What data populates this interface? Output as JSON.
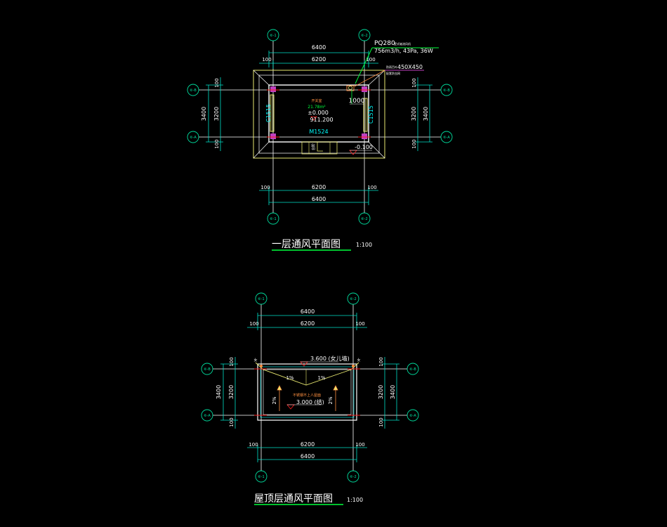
{
  "colors": {
    "background": "#000000",
    "dim": "#00e0c8",
    "axis": "#ffffff",
    "wall": "#e8e870",
    "wall2": "#ffffff",
    "green": "#00ff3c",
    "cyan": "#00ffff",
    "magenta": "#c040c0",
    "red": "#ff2020",
    "orange": "#ff9040",
    "bubble": "#00e0a0"
  },
  "plan1": {
    "title": "一层通风平面图",
    "scale": "1:100",
    "dims": {
      "top_overall": "6400",
      "top_inner": "6200",
      "top_left_margin": "100",
      "top_right_margin": "100",
      "bottom_inner": "6200",
      "bottom_overall": "6400",
      "bottom_left_margin": "100",
      "bottom_right_margin": "100",
      "left_overall": "3400",
      "left_inner": "3200",
      "left_top": "100",
      "left_bottom": "100",
      "right_overall": "3400",
      "right_inner": "3200",
      "right_top": "100",
      "right_bottom": "100"
    },
    "axes": {
      "top_left": "⑥-1",
      "top_right": "⑥-2",
      "bottom_left": "⑥-1",
      "bottom_right": "⑥-2",
      "left_top": "⑥-B",
      "left_bottom": "⑥-A",
      "right_top": "⑥-B",
      "right_bottom": "⑥-A"
    },
    "labels": {
      "fan_model": "PQ280",
      "fan_model_small": "壁式轴流风机",
      "fan_spec": "756m3/h, 43Pa, 36W",
      "louver_size": "450X450",
      "louver_small": "防雨百叶",
      "louver_note": "配套防虫网",
      "dim_1000": "1000",
      "window_left": "C1515",
      "window_right": "C1515",
      "room_name": "开关室",
      "room_area": "21.78m²",
      "elev_pm": "±0.000",
      "elev_abs": "911.200",
      "door": "M1524",
      "elev_outside": "-0.100",
      "step": "台阶"
    }
  },
  "plan2": {
    "title": "屋顶层通风平面图",
    "scale": "1:100",
    "dims": {
      "top_overall": "6400",
      "top_inner": "6200",
      "top_left_margin": "100",
      "top_right_margin": "100",
      "bottom_inner": "6200",
      "bottom_overall": "6400",
      "bottom_left_margin": "100",
      "bottom_right_margin": "100",
      "left_overall": "3400",
      "left_inner": "3200",
      "left_top": "100",
      "left_bottom": "100",
      "right_overall": "3400",
      "right_inner": "3200",
      "right_top": "100",
      "right_bottom": "100"
    },
    "axes": {
      "top_left": "⑥-1",
      "top_right": "⑥-2",
      "bottom_left": "⑥-1",
      "bottom_right": "⑥-2",
      "left_top": "⑥-B",
      "left_bottom": "⑥-A",
      "right_top": "⑥-B",
      "right_bottom": "⑥-A"
    },
    "labels": {
      "elev_top": "3.600 (女儿墙)",
      "slope_left": "1%",
      "slope_right": "1%",
      "slope_v_left": "2%",
      "slope_v_right": "2%",
      "roof_note": "不锈钢不上人屋面",
      "elev_roof": "3.000 (结)",
      "corner_left": "女",
      "corner_right": "女"
    }
  }
}
